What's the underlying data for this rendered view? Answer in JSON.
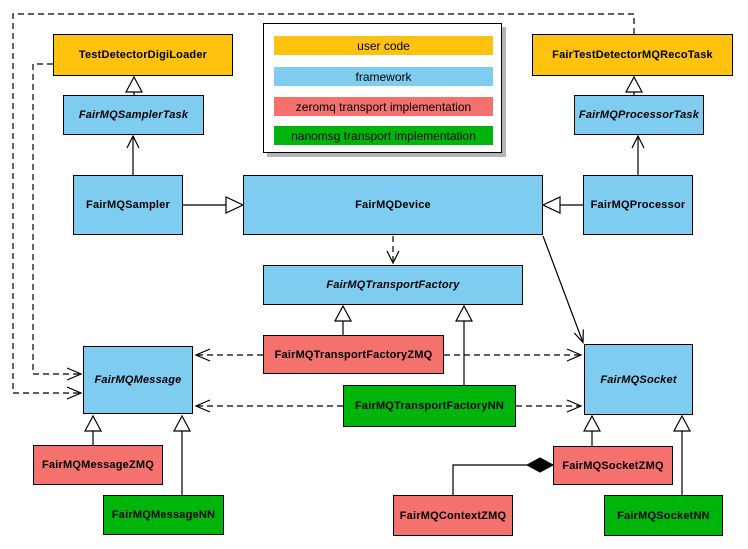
{
  "palette": {
    "user_code": "#FFC20E",
    "framework": "#7ECDF1",
    "zeromq": "#F4716E",
    "nanomsg": "#00B50A",
    "line": "#000000",
    "background": "#FFFFFF"
  },
  "legend": {
    "items": [
      {
        "label": "user code",
        "color": "#FFC20E",
        "category": "user-code"
      },
      {
        "label": "framework",
        "color": "#7ECDF1",
        "category": "framework"
      },
      {
        "label": "zeromq transport implementation",
        "color": "#F4716E",
        "category": "zeromq"
      },
      {
        "label": "nanomsg transport implementation",
        "color": "#00B50A",
        "category": "nanomsg"
      }
    ]
  },
  "nodes": {
    "digi_loader": {
      "label": "TestDetectorDigiLoader",
      "category": "user-code",
      "abstract": false
    },
    "reco_task": {
      "label": "FairTestDetectorMQRecoTask",
      "category": "user-code",
      "abstract": false
    },
    "sampler_task": {
      "label": "FairMQSamplerTask",
      "category": "framework",
      "abstract": true
    },
    "processor_task": {
      "label": "FairMQProcessorTask",
      "category": "framework",
      "abstract": true
    },
    "sampler": {
      "label": "FairMQSampler",
      "category": "framework",
      "abstract": false
    },
    "device": {
      "label": "FairMQDevice",
      "category": "framework",
      "abstract": false
    },
    "processor": {
      "label": "FairMQProcessor",
      "category": "framework",
      "abstract": false
    },
    "transport_factory": {
      "label": "FairMQTransportFactory",
      "category": "framework",
      "abstract": true
    },
    "transport_factory_zmq": {
      "label": "FairMQTransportFactoryZMQ",
      "category": "zeromq",
      "abstract": false
    },
    "transport_factory_nn": {
      "label": "FairMQTransportFactoryNN",
      "category": "nanomsg",
      "abstract": false
    },
    "message": {
      "label": "FairMQMessage",
      "category": "framework",
      "abstract": true
    },
    "socket": {
      "label": "FairMQSocket",
      "category": "framework",
      "abstract": true
    },
    "message_zmq": {
      "label": "FairMQMessageZMQ",
      "category": "zeromq",
      "abstract": false
    },
    "message_nn": {
      "label": "FairMQMessageNN",
      "category": "nanomsg",
      "abstract": false
    },
    "socket_zmq": {
      "label": "FairMQSocketZMQ",
      "category": "zeromq",
      "abstract": false
    },
    "socket_nn": {
      "label": "FairMQSocketNN",
      "category": "nanomsg",
      "abstract": false
    },
    "context_zmq": {
      "label": "FairMQContextZMQ",
      "category": "zeromq",
      "abstract": false
    }
  },
  "relationships": [
    {
      "from": "FairMQSamplerTask",
      "to": "TestDetectorDigiLoader",
      "line": "solid",
      "head": "hollow-triangle"
    },
    {
      "from": "FairMQSampler",
      "to": "FairMQSamplerTask",
      "line": "solid",
      "head": "open-arrow"
    },
    {
      "from": "FairMQSampler",
      "to": "FairMQDevice",
      "line": "solid",
      "head": "hollow-triangle"
    },
    {
      "from": "FairMQProcessorTask",
      "to": "FairTestDetectorMQRecoTask",
      "line": "solid",
      "head": "hollow-triangle"
    },
    {
      "from": "FairMQProcessor",
      "to": "FairMQProcessorTask",
      "line": "solid",
      "head": "open-arrow"
    },
    {
      "from": "FairMQProcessor",
      "to": "FairMQDevice",
      "line": "solid",
      "head": "hollow-triangle"
    },
    {
      "from": "FairMQDevice",
      "to": "FairMQTransportFactory",
      "line": "dashed",
      "head": "open-arrow"
    },
    {
      "from": "FairMQDevice",
      "to": "FairMQSocket",
      "line": "solid",
      "head": "open-arrow"
    },
    {
      "from": "FairMQTransportFactoryZMQ",
      "to": "FairMQTransportFactory",
      "line": "solid",
      "head": "hollow-triangle"
    },
    {
      "from": "FairMQTransportFactoryNN",
      "to": "FairMQTransportFactory",
      "line": "solid",
      "head": "hollow-triangle"
    },
    {
      "from": "FairMQTransportFactoryZMQ",
      "to": "FairMQMessage",
      "line": "dashed",
      "head": "open-arrow"
    },
    {
      "from": "FairMQTransportFactoryZMQ",
      "to": "FairMQSocket",
      "line": "dashed",
      "head": "open-arrow"
    },
    {
      "from": "FairMQTransportFactoryNN",
      "to": "FairMQMessage",
      "line": "dashed",
      "head": "open-arrow"
    },
    {
      "from": "FairMQTransportFactoryNN",
      "to": "FairMQSocket",
      "line": "dashed",
      "head": "open-arrow"
    },
    {
      "from": "TestDetectorDigiLoader",
      "to": "FairMQMessage",
      "line": "dashed",
      "head": "open-arrow"
    },
    {
      "from": "FairTestDetectorMQRecoTask",
      "to": "FairMQMessage",
      "line": "dashed",
      "head": "open-arrow"
    },
    {
      "from": "FairMQMessageZMQ",
      "to": "FairMQMessage",
      "line": "solid",
      "head": "hollow-triangle"
    },
    {
      "from": "FairMQMessageNN",
      "to": "FairMQMessage",
      "line": "solid",
      "head": "hollow-triangle"
    },
    {
      "from": "FairMQSocketZMQ",
      "to": "FairMQSocket",
      "line": "solid",
      "head": "hollow-triangle"
    },
    {
      "from": "FairMQSocketNN",
      "to": "FairMQSocket",
      "line": "solid",
      "head": "hollow-triangle"
    },
    {
      "from": "FairMQContextZMQ",
      "to": "FairMQSocketZMQ",
      "line": "solid",
      "head": "filled-diamond"
    }
  ]
}
